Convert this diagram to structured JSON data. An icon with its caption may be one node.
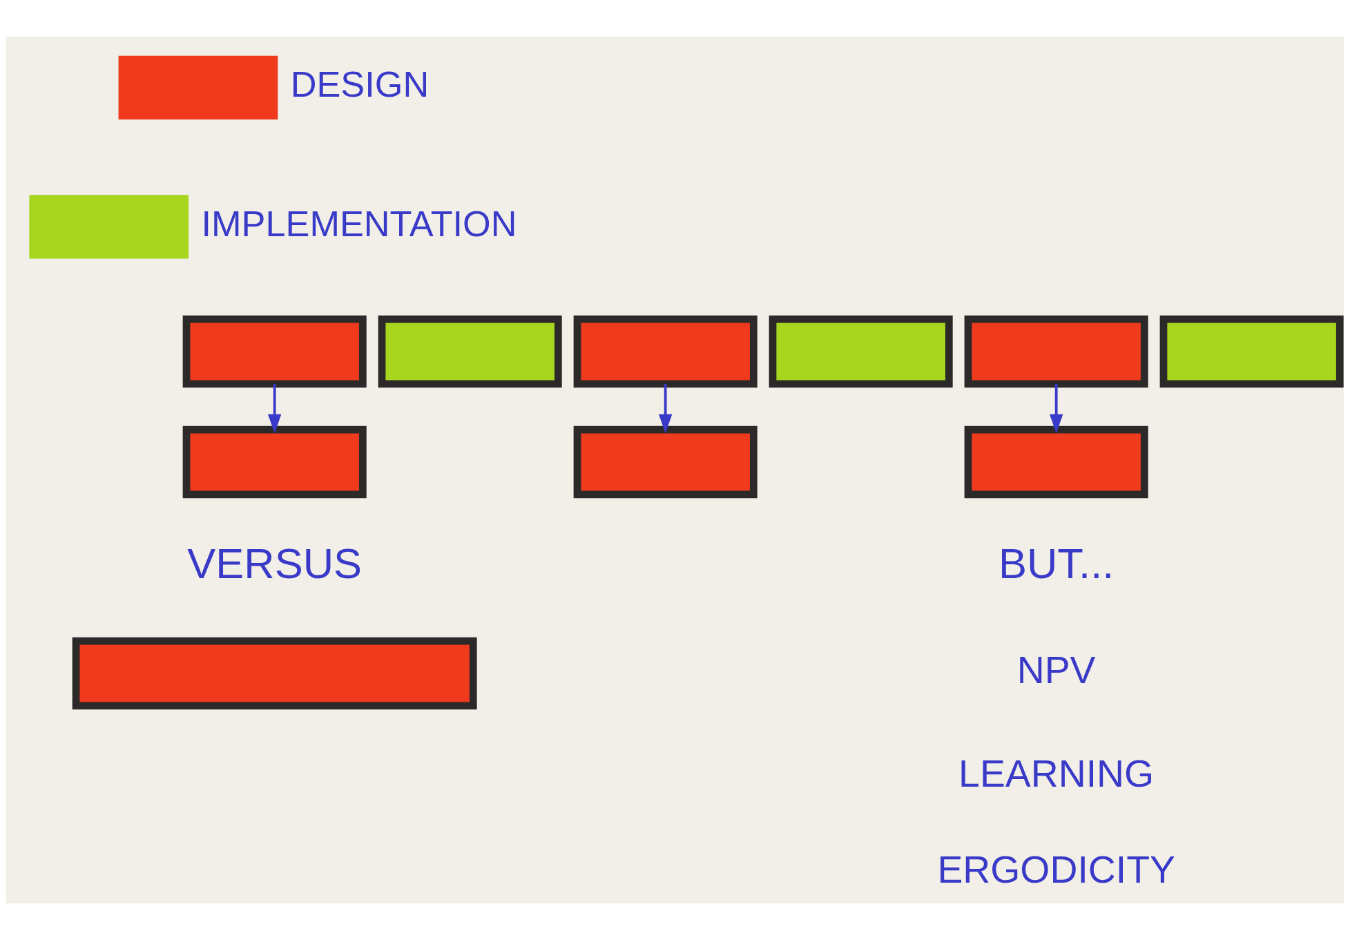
{
  "diagram": {
    "nodes": [
      {
        "text": [],
        "shape": "box"
      },
      {
        "text": [],
        "shape": "box"
      },
      {
        "text": [],
        "shape": "box"
      },
      {
        "text": [],
        "shape": "box"
      },
      {
        "text": [],
        "shape": "box"
      },
      {
        "text": [],
        "shape": "box"
      },
      {
        "text": [],
        "shape": "box"
      },
      {
        "text": [],
        "shape": "box"
      },
      {
        "text": [],
        "shape": "box"
      },
      {
        "text": [],
        "shape": "box"
      }
    ],
    "edges": [
      {
        "from": 0,
        "to": 6,
        "arrow": "to"
      },
      {
        "from": 2,
        "to": 7,
        "arrow": "to"
      },
      {
        "from": 4,
        "to": 8,
        "arrow": "to"
      }
    ],
    "labels": [
      "VERSUS",
      "BUT...",
      "NPV",
      "LEARNING",
      "ERGODICITY"
    ],
    "legend": [
      {
        "text": "DESIGN",
        "color": "#f03a1e"
      },
      {
        "text": "IMPLEMENTATION",
        "color": "#a8d61e"
      }
    ]
  }
}
